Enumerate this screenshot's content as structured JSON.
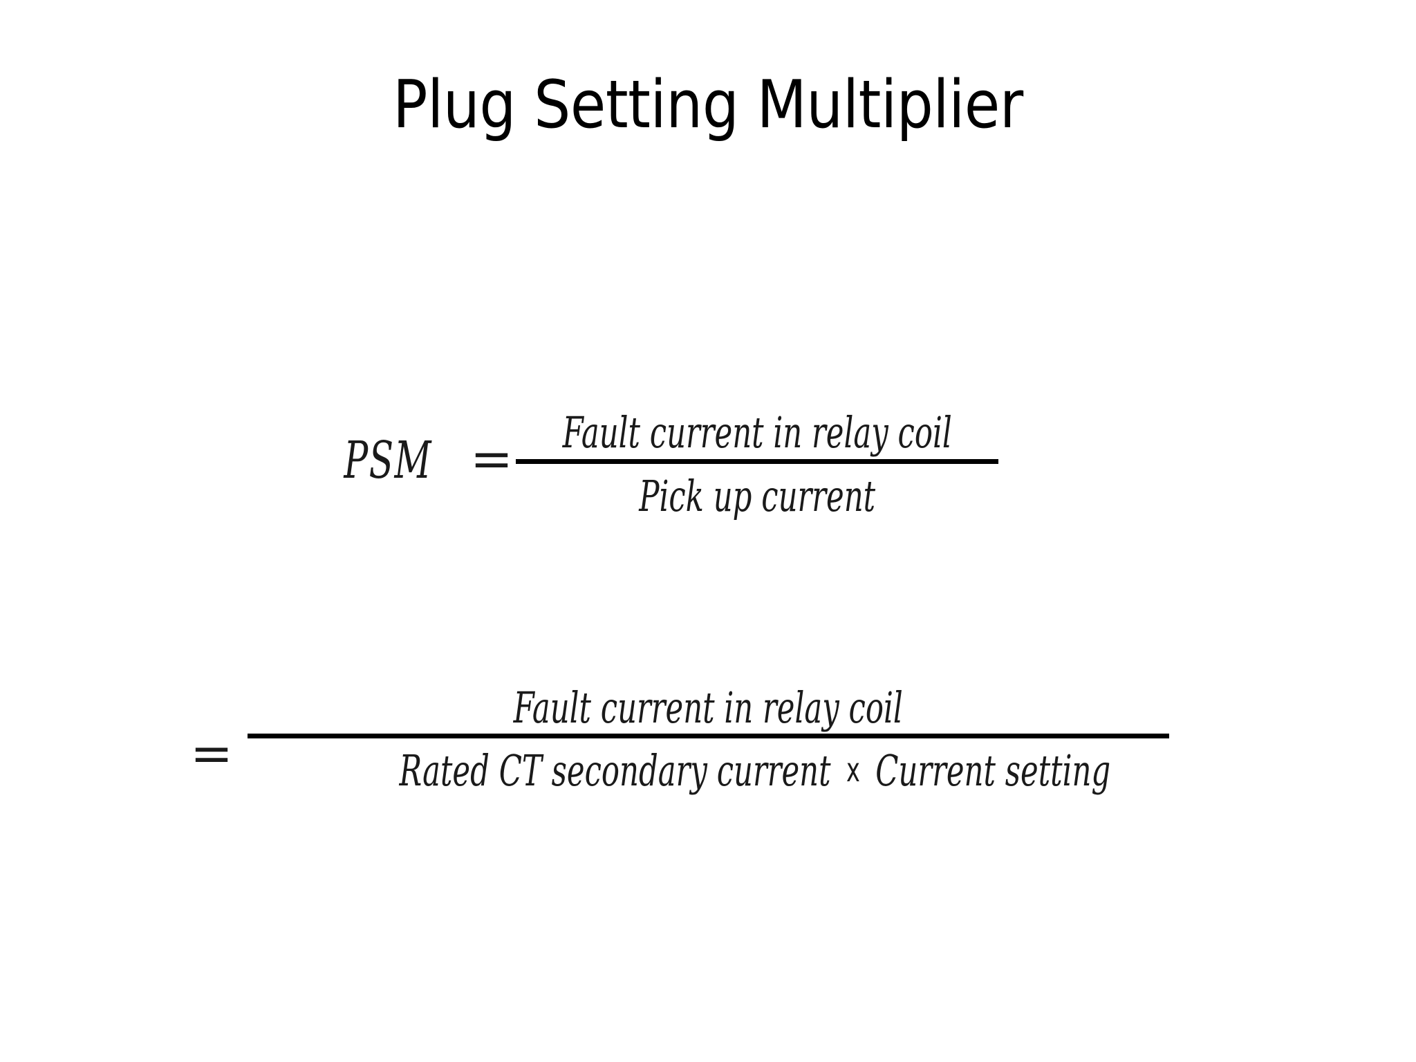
{
  "slide": {
    "title": "Plug Setting Multiplier",
    "background_color": "#ffffff",
    "text_color": "#000000"
  },
  "equations": [
    {
      "id": "psm-definition",
      "lhs": "PSM",
      "operator": "=",
      "numerator": "Fault current in relay coil",
      "denominator": "Pick up current"
    },
    {
      "id": "psm-expanded",
      "lhs": "",
      "operator": "=",
      "numerator": "Fault current in relay coil",
      "denominator_left": "Rated CT secondary current",
      "denominator_operator": "x",
      "denominator_right": "Current setting"
    }
  ]
}
